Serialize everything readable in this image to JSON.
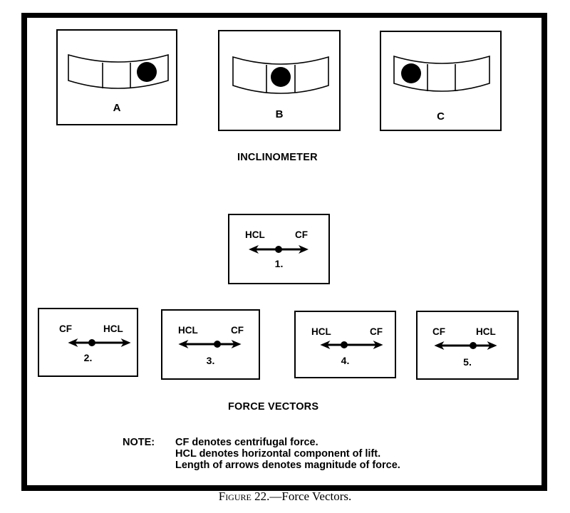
{
  "inclinometer": {
    "heading": "INCLINOMETER",
    "panels": [
      {
        "label": "A",
        "ball_position": "right"
      },
      {
        "label": "B",
        "ball_position": "center"
      },
      {
        "label": "C",
        "ball_position": "left"
      }
    ]
  },
  "force_vectors": {
    "heading": "FORCE VECTORS",
    "panels": [
      {
        "label": "1.",
        "left_label": "HCL",
        "right_label": "CF",
        "left_arrow_length": 1,
        "right_arrow_length": 1
      },
      {
        "label": "2.",
        "left_label": "CF",
        "right_label": "HCL",
        "left_arrow_length": 0.8,
        "right_arrow_length": 1.3
      },
      {
        "label": "3.",
        "left_label": "HCL",
        "right_label": "CF",
        "left_arrow_length": 1.3,
        "right_arrow_length": 0.8
      },
      {
        "label": "4.",
        "left_label": "HCL",
        "right_label": "CF",
        "left_arrow_length": 0.8,
        "right_arrow_length": 1.3
      },
      {
        "label": "5.",
        "left_label": "CF",
        "right_label": "HCL",
        "left_arrow_length": 1.3,
        "right_arrow_length": 0.8
      }
    ]
  },
  "note": {
    "key": "NOTE:",
    "lines": [
      "CF denotes centrifugal force.",
      "HCL denotes horizontal component of lift.",
      "Length of arrows denotes magnitude of force."
    ]
  },
  "caption": {
    "figure": "Figure 22.",
    "dash": "—",
    "title": "Force Vectors."
  }
}
